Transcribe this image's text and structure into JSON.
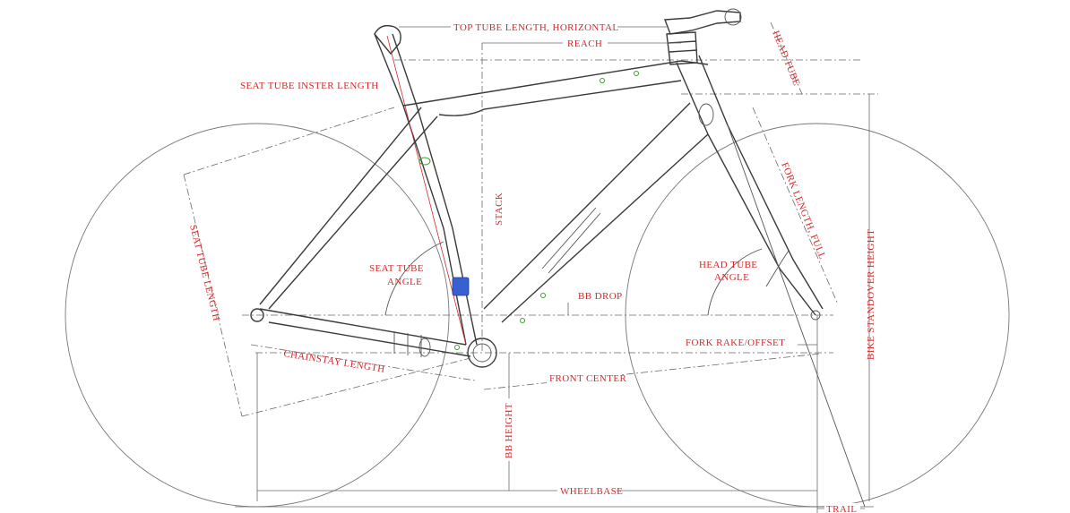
{
  "diagram": {
    "labels": {
      "top_tube_length": "TOP TUBE LENGTH, HORIZONTAL",
      "reach": "REACH",
      "head_tube": "HEAD TUBE",
      "seat_tube_insert_length": "SEAT TUBE INSTER LENGTH",
      "stack": "STACK",
      "fork_length_full": "FORK LENGTH, FULL",
      "seat_tube_length": "SEAT TUBE LENGTH",
      "seat_tube_angle": "SEAT TUBE",
      "seat_tube_angle_2": "ANGLE",
      "bb_drop": "BB DROP",
      "head_tube_angle": "HEAD TUBE",
      "head_tube_angle_2": "ANGLE",
      "bike_standover_height": "BIKE STANDOVER HEIGHT",
      "fork_rake_offset": "FORK RAKE/OFFSET",
      "chainstay_length": "CHAINSTAY LENGTH",
      "front_center": "FRONT CENTER",
      "bb_height": "BB HEIGHT",
      "wheelbase": "WHEELBASE",
      "trail": "TRAIL"
    }
  }
}
